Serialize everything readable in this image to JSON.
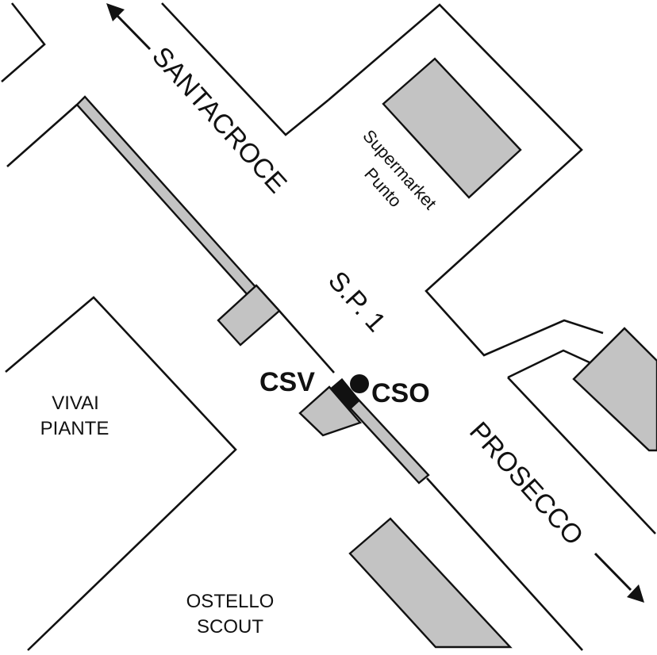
{
  "map": {
    "colors": {
      "background": "#ffffff",
      "outline": "#111111",
      "building_fill": "#c3c3c3",
      "station_fill": "#111111"
    },
    "roads": {
      "main": "S.P. 1",
      "northwest": "SANTACROCE",
      "southeast": "PROSECCO"
    },
    "places": {
      "supermarket_line1": "Supermarket",
      "supermarket_line2": "Punto",
      "nursery_line1": "VIVAI",
      "nursery_line2": "PIANTE",
      "hostel_line1": "OSTELLO",
      "hostel_line2": "SCOUT"
    },
    "stations": {
      "west": "CSV",
      "east": "CSO"
    },
    "icons": {
      "northwest_arrow": "arrow-up-left",
      "southeast_arrow": "arrow-down-right",
      "east_station_marker": "filled-circle",
      "west_station_marker": "filled-square"
    }
  }
}
